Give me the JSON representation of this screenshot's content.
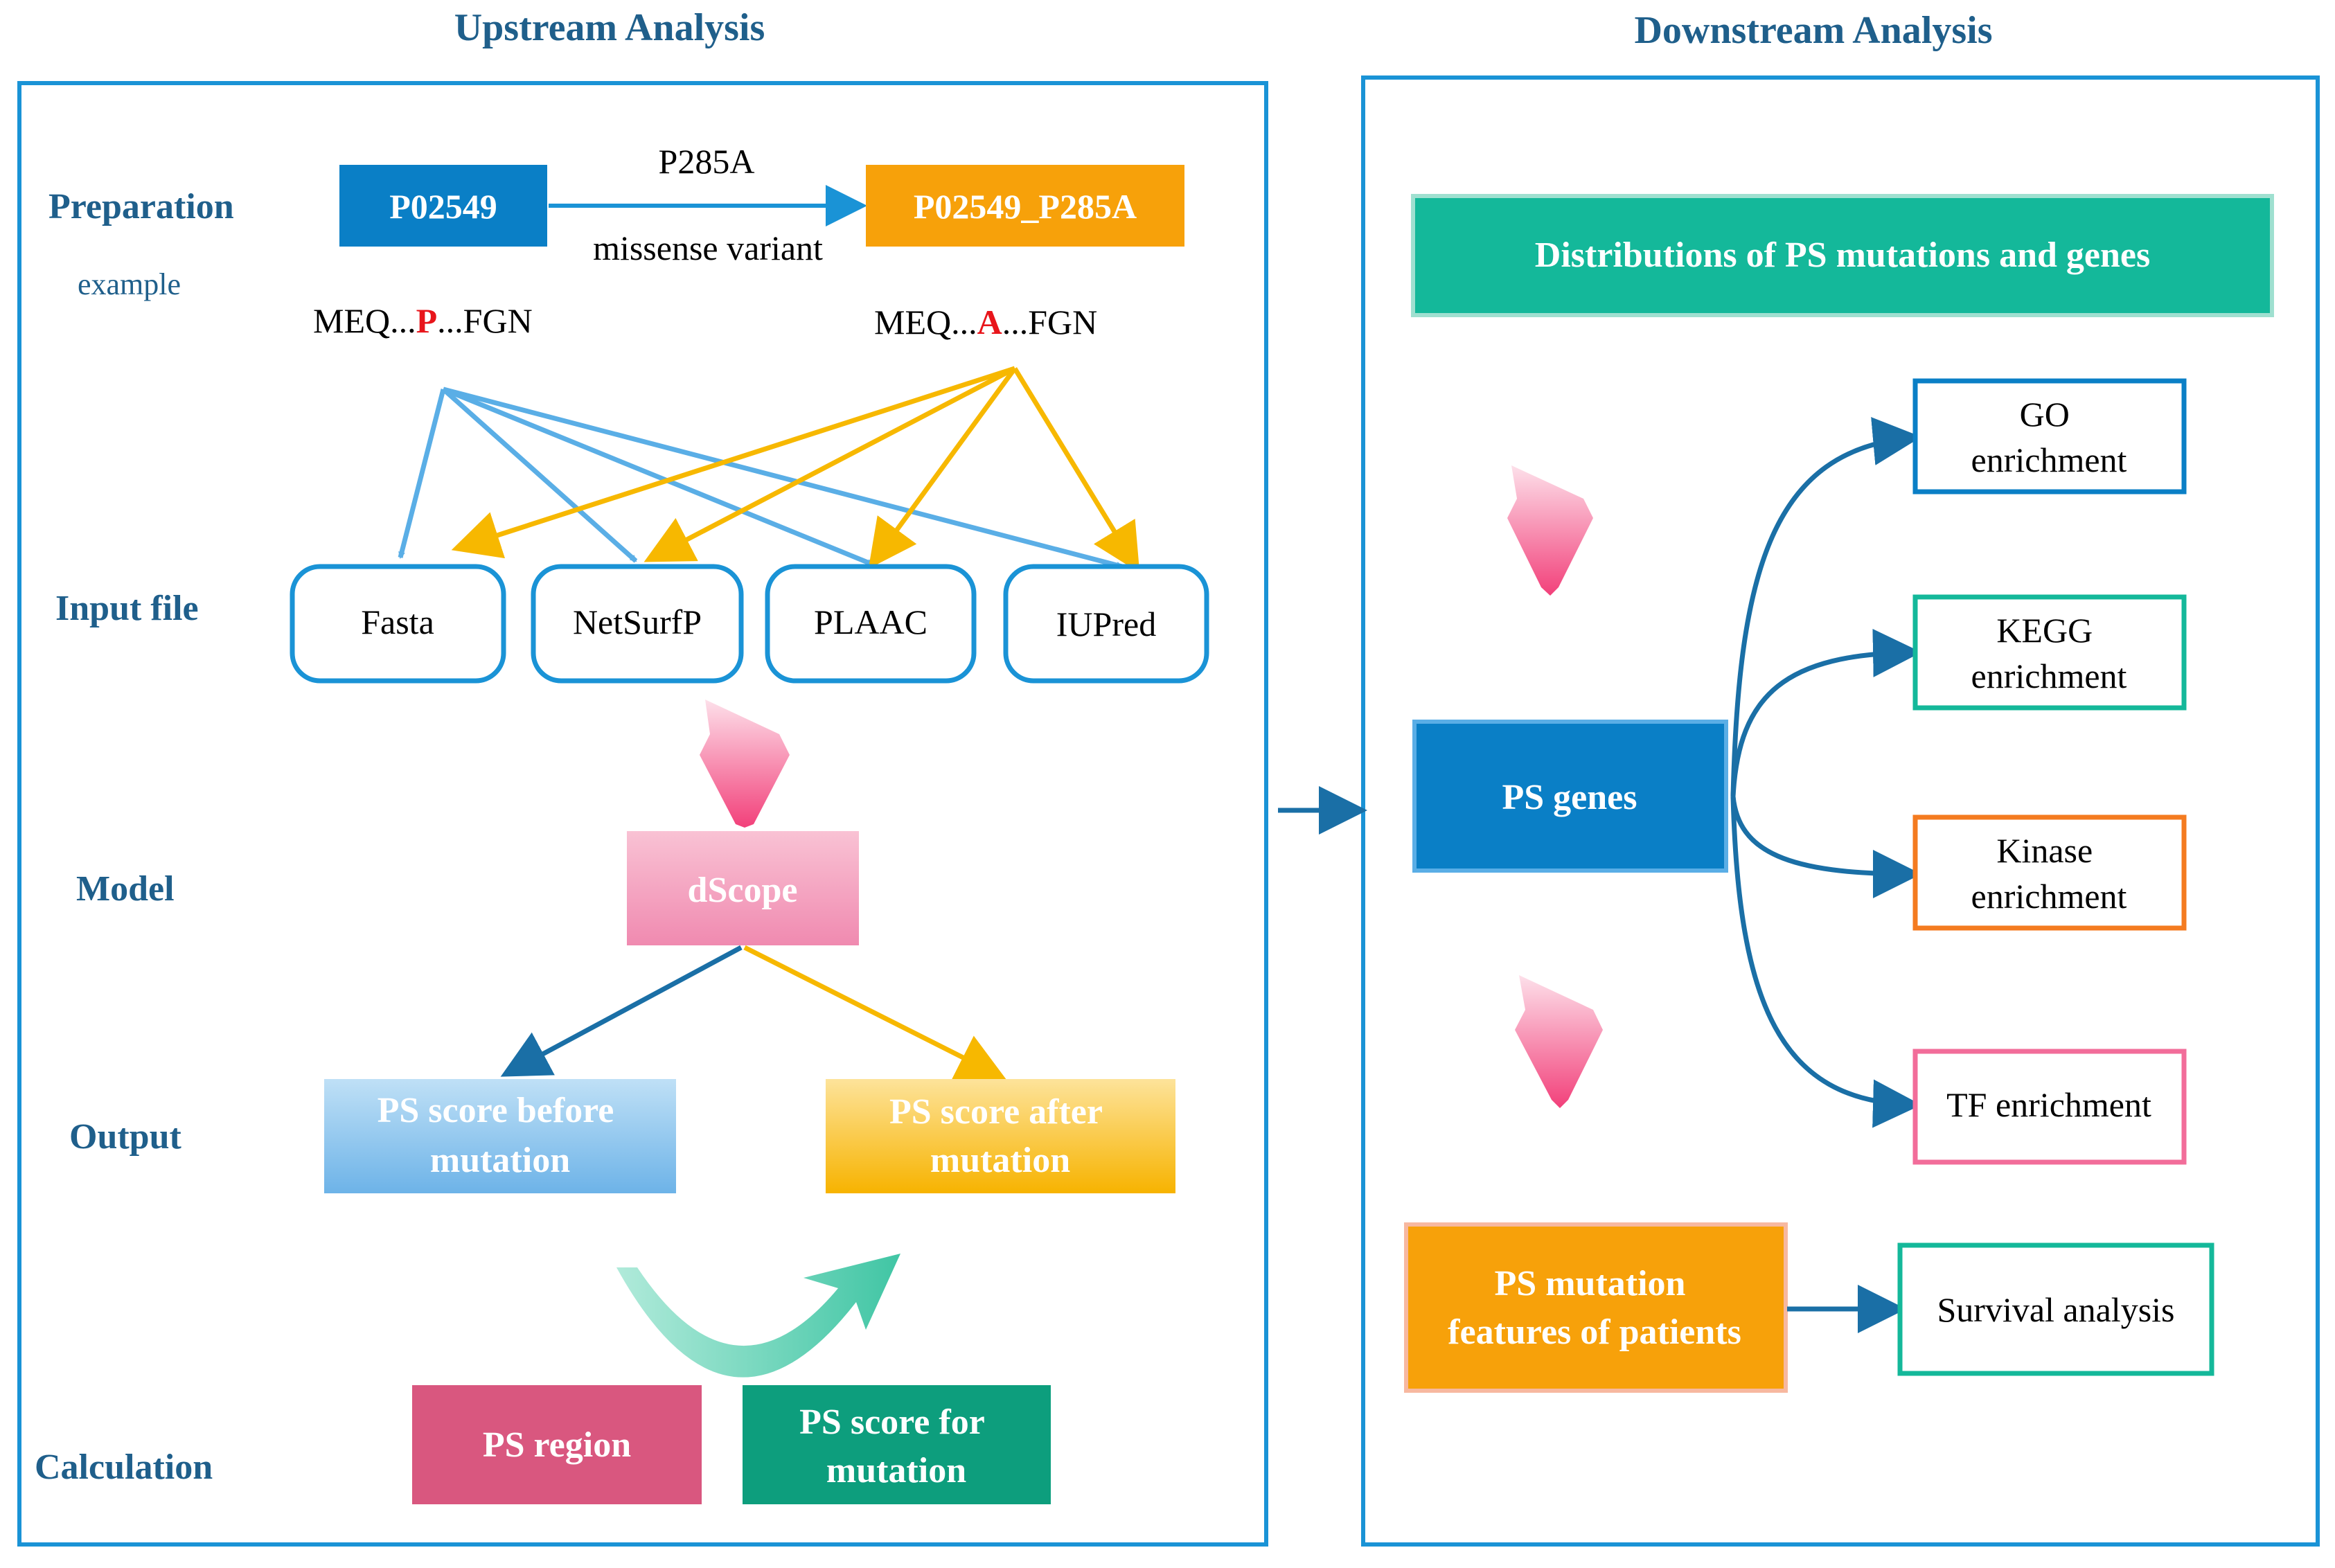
{
  "upstream": {
    "title": "Upstream Analysis",
    "row_labels": {
      "preparation": "Preparation",
      "example": "example",
      "input_file": "Input file",
      "model": "Model",
      "output": "Output",
      "calculation": "Calculation"
    },
    "preparation": {
      "source_id": "P02549",
      "target_id": "P02549_P285A",
      "mutation": "P285A",
      "variant_type": "missense variant",
      "seq_before": {
        "prefix": "MEQ...",
        "residue": "P",
        "suffix": "...FGN"
      },
      "seq_after": {
        "prefix": "MEQ...",
        "residue": "A",
        "suffix": "...FGN"
      }
    },
    "input_files": [
      "Fasta",
      "NetSurfP",
      "PLAAC",
      "IUPred"
    ],
    "model": "dScope",
    "outputs": {
      "before": [
        "PS score before",
        "mutation"
      ],
      "after": [
        "PS score after",
        "mutation"
      ]
    },
    "calculation": {
      "region": "PS region",
      "score": [
        "PS score for",
        "mutation"
      ]
    }
  },
  "downstream": {
    "title": "Downstream Analysis",
    "distributions": "Distributions of PS mutations and genes",
    "ps_genes": "PS genes",
    "enrichments": [
      [
        "GO",
        "enrichment"
      ],
      [
        "KEGG",
        "enrichment"
      ],
      [
        "Kinase",
        "enrichment"
      ],
      [
        "TF enrichment"
      ]
    ],
    "patient_features": [
      "PS mutation",
      "features of patients"
    ],
    "survival": "Survival analysis"
  },
  "colors": {
    "frame": "#1a93d6",
    "title": "#1f5f8b",
    "blue_box": "#0a7fc6",
    "orange_box": "#f7a10a",
    "teal_box": "#14b89a",
    "light_blue_arrow": "#5aaee6",
    "yellow_arrow": "#f7b800",
    "dark_blue_arrow": "#1a6fa6",
    "pink": "#f26d9a",
    "ps_region": "#d9577f",
    "ps_score_mut": "#0d9e7d"
  }
}
